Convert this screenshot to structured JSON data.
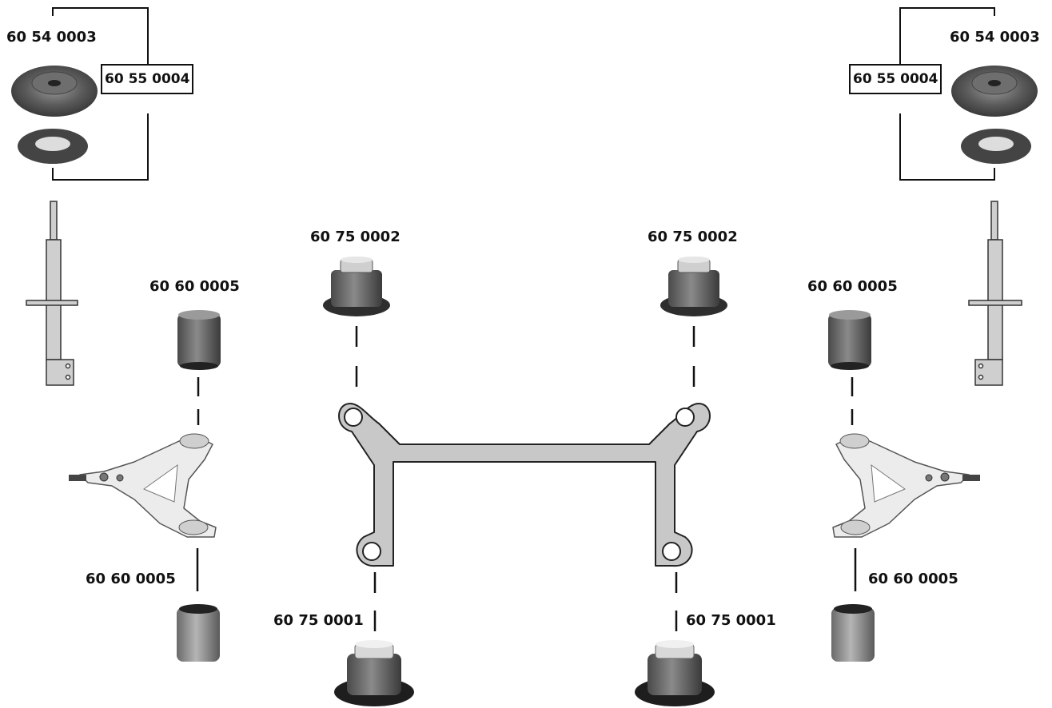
{
  "labels": {
    "top_mount_left": "60 54 0003",
    "kit_left": "60 55 0004",
    "top_mount_right": "60 54 0003",
    "kit_right": "60 55 0004",
    "subframe_top_left": "60 75 0002",
    "subframe_top_right": "60 75 0002",
    "arm_upper_left": "60 60 0005",
    "arm_upper_right": "60 60 0005",
    "arm_lower_left": "60 60 0005",
    "arm_lower_right": "60 60 0005",
    "subframe_bottom_left": "60 75 0001",
    "subframe_bottom_right": "60 75 0001"
  },
  "colors": {
    "part_dark": "#3a3a3a",
    "part_mid": "#7a7a7a",
    "frame_fill": "#c8c8c8",
    "arm_fill": "#e6e6e6",
    "line": "#111111"
  }
}
